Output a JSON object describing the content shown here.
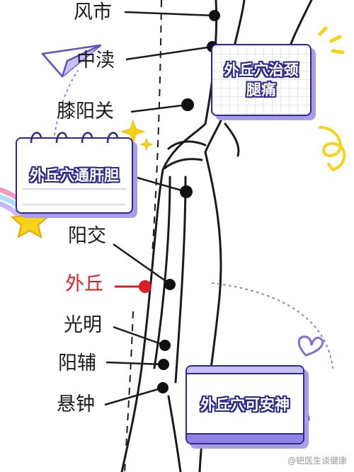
{
  "points": [
    {
      "id": "fengshi",
      "label": "风市",
      "highlight": false
    },
    {
      "id": "zhongdu",
      "label": "中渎",
      "highlight": false
    },
    {
      "id": "xiyangguan",
      "label": "膝阳关",
      "highlight": false
    },
    {
      "id": "yangjiao",
      "label": "阳交",
      "highlight": false
    },
    {
      "id": "waiqiu",
      "label": "外丘",
      "highlight": true
    },
    {
      "id": "guangming",
      "label": "光明",
      "highlight": false
    },
    {
      "id": "yangfu",
      "label": "阳辅",
      "highlight": false
    },
    {
      "id": "xuanzhong",
      "label": "悬钟",
      "highlight": false
    }
  ],
  "cards": {
    "neck_leg_pain": "外丘穴治颈腿痛",
    "liver_gallbladder": "外丘穴通肝胆",
    "calm_mind": "外丘穴可安神"
  },
  "watermark": "@钯医生谈健康",
  "colors": {
    "accent_red": "#d81f26",
    "card_border": "#2d2a8e",
    "card_shadow": "#a99de8",
    "decor_yellow": "#f7d318",
    "decor_purple": "#7d6fd6"
  },
  "icons": [
    "paper-plane-icon",
    "sparkle-icon",
    "star-icon",
    "rainbow-icon",
    "heart-icon",
    "swirl-arrow-icon",
    "burst-icon",
    "lips-icon"
  ]
}
